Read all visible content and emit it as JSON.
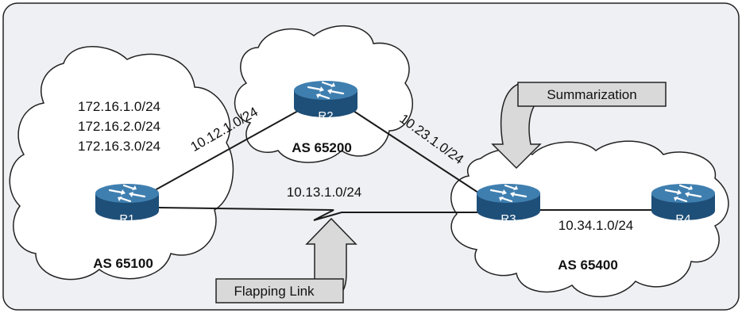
{
  "colors": {
    "frame": "#eef0f3",
    "cloud_fill": "#ffffff",
    "router_top": "#3f7fb0",
    "router_side": "#1e4f78",
    "callout_fill": "#d9d9d9",
    "line": "#1a1a1a"
  },
  "as_labels": {
    "as1": "AS 65100",
    "as2": "AS 65200",
    "as4": "AS 65400"
  },
  "routers": {
    "r1": "R1",
    "r2": "R2",
    "r3": "R3",
    "r4": "R4"
  },
  "prefixes": [
    "172.16.1.0/24",
    "172.16.2.0/24",
    "172.16.3.0/24"
  ],
  "links": {
    "r1_r2": "10.12.1.0/24",
    "r2_r3": "10.23.1.0/24",
    "r1_r3": "10.13.1.0/24",
    "r3_r4": "10.34.1.0/24"
  },
  "callouts": {
    "summarization": "Summarization",
    "flapping": "Flapping Link"
  },
  "icons": [
    "router-icon",
    "cloud-icon",
    "lightning-bolt-icon",
    "callout-arrow-icon"
  ]
}
